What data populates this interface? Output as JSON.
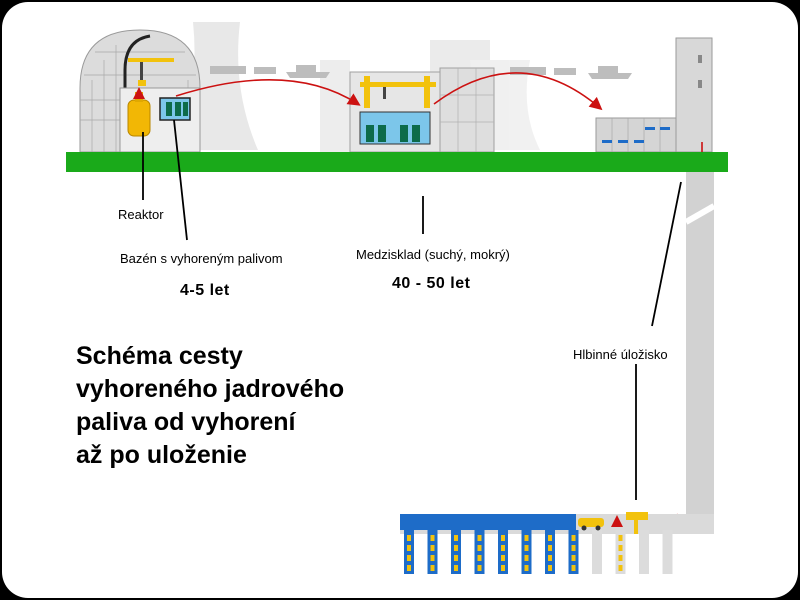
{
  "labels": {
    "reactor": "Reaktor",
    "spent_fuel_pool": "Bazén s vyhoreným palivom",
    "pool_duration": "4-5 let",
    "interim_storage": "Medzisklad (suchý, mokrý)",
    "interim_duration": "40 - 50 let",
    "deep_repository": "Hlbinné úložisko"
  },
  "title_lines": [
    "Schéma cesty",
    "vyhoreného jadrového",
    "paliva od vyhorení",
    "až po uloženie"
  ],
  "colors": {
    "ground": "#1aaa1a",
    "arrow": "#cc1111",
    "pool_water": "#7cc6ea",
    "fuel": "#0d6b4a",
    "crane": "#f2c20d",
    "reactor_vessel": "#f2b705",
    "canister_blue": "#1e6cc8",
    "building_gray": "#d9d9d9"
  }
}
